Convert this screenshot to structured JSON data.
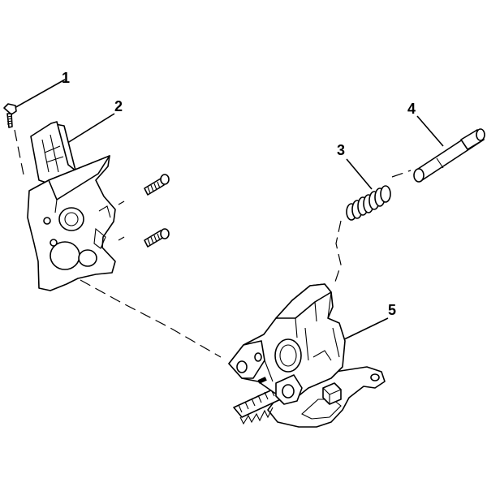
{
  "callouts": {
    "c1": "1",
    "c2": "2",
    "c3": "3",
    "c4": "4",
    "c5": "5"
  },
  "parts": [
    {
      "number": "1",
      "icon": "screw-icon"
    },
    {
      "number": "2",
      "icon": "lever-bracket-icon"
    },
    {
      "number": "3",
      "icon": "spring-icon"
    },
    {
      "number": "4",
      "icon": "pin-icon"
    },
    {
      "number": "5",
      "icon": "housing-assembly-icon"
    }
  ]
}
